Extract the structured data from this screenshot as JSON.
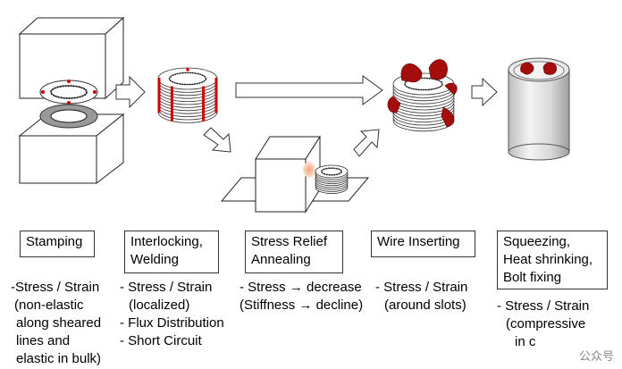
{
  "steps": [
    {
      "label_lines": [
        "Stamping"
      ],
      "desc_lines": [
        "-Stress / Strain",
        "(non-elastic",
        "along sheared",
        "lines and",
        "elastic in bulk)"
      ]
    },
    {
      "label_lines": [
        "Interlocking,",
        "Welding"
      ],
      "desc_lines": [
        "- Stress / Strain",
        "(localized)",
        "- Flux Distribution",
        "- Short Circuit"
      ]
    },
    {
      "label_lines": [
        "Stress Relief",
        "Annealing"
      ],
      "desc_lines": [
        "- Stress → decrease",
        "(Stiffness → decline)"
      ]
    },
    {
      "label_lines": [
        "Wire Inserting"
      ],
      "desc_lines": [
        "- Stress / Strain",
        "(around slots)"
      ]
    },
    {
      "label_lines": [
        "Squeezing,",
        "Heat shrinking,",
        "Bolt fixing"
      ],
      "desc_lines": [
        "- Stress / Strain",
        "(compressive",
        "in c"
      ]
    }
  ],
  "watermark": "公众号"
}
